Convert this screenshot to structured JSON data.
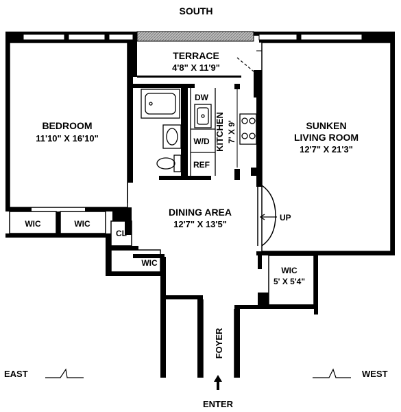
{
  "compass": {
    "south": "SOUTH",
    "east": "EAST",
    "west": "WEST",
    "enter": "ENTER"
  },
  "rooms": {
    "terrace": {
      "name": "TERRACE",
      "dims": "4'8\" X 11'9\""
    },
    "bedroom": {
      "name": "BEDROOM",
      "dims": "11'10\" X 16'10\""
    },
    "living": {
      "name_line1": "SUNKEN",
      "name_line2": "LIVING ROOM",
      "dims": "12'7\" X 21'3\""
    },
    "kitchen": {
      "name": "KITCHEN",
      "dims": "7' X 9'"
    },
    "dining": {
      "name": "DINING AREA",
      "dims": "12'7\" X 13'5\""
    },
    "wic_west": {
      "name": "WIC",
      "dims": "5' X 5'4\""
    },
    "foyer": {
      "name": "FOYER"
    }
  },
  "closets": {
    "wic_1": "WIC",
    "wic_2": "WIC",
    "wic_3": "WIC",
    "cl": "CL"
  },
  "appliances": {
    "dw": "DW",
    "wd": "W/D",
    "ref": "REF"
  },
  "stairs": {
    "up": "UP"
  }
}
